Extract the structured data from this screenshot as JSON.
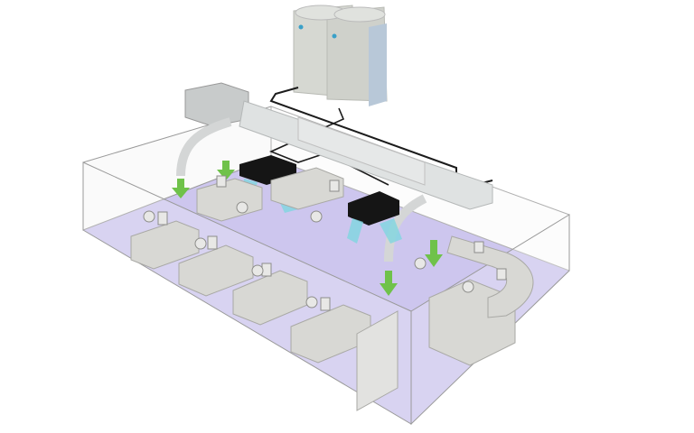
{
  "colors": {
    "floor": "#cdc6ee",
    "wall_edge": "#9a9a9a",
    "unit": "#d9dbd6",
    "duct": "#dfe2e2",
    "indoor_unit": "#151515",
    "airflow_cool": "#7fd6e0",
    "airflow_supply": "#6fc24a",
    "pipe": "#1c1c1c",
    "furniture": "#d8d8d4"
  },
  "icons": [
    "outdoor-condenser-unit",
    "indoor-cassette-unit",
    "air-duct",
    "airflow-arrow",
    "office-desk",
    "office-chair"
  ]
}
